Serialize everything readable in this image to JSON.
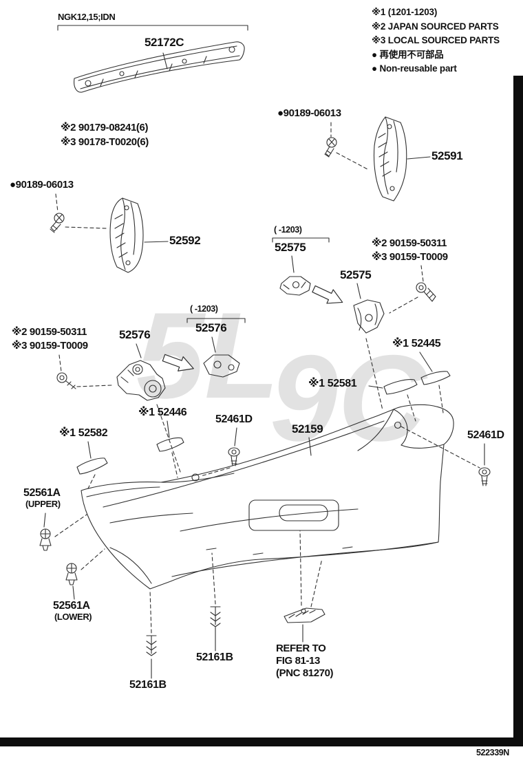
{
  "doc": {
    "number": "522339N",
    "variant": "NGK12,15;IDN",
    "figure_ref": {
      "line1": "REFER TO",
      "line2": "FIG 81-13",
      "line3": "(PNC 81270)"
    }
  },
  "legend": {
    "items": [
      "※1 (1201-1203)",
      "※2 JAPAN SOURCED PARTS",
      "※3 LOCAL SOURCED PARTS",
      "● 再使用不可部品",
      "● Non-reusable part"
    ]
  },
  "colors": {
    "ink": "#111111",
    "line": "#2f2f2f",
    "watermark": "#e2e2e2"
  },
  "parts": {
    "p52172C": "52172C",
    "p90179": "※2 90179-08241(6)",
    "p90178": "※3 90178-T0020(6)",
    "p90189_top": "●90189-06013",
    "p90189_left": "●90189-06013",
    "p52591": "52591",
    "p52592": "52592",
    "range_a": "( -1203)",
    "range_b": "( -1203)",
    "p52575_a": "52575",
    "p52575_b": "52575",
    "p90159_r1": "※2 90159-50311",
    "p90159_r2": "※3 90159-T0009",
    "p90159_l1": "※2 90159-50311",
    "p90159_l2": "※3 90159-T0009",
    "p52576_a": "52576",
    "p52576_b": "52576",
    "p52445": "※1 52445",
    "p52581": "※1 52581",
    "p52446": "※1 52446",
    "p52582": "※1 52582",
    "p52461D_a": "52461D",
    "p52461D_b": "52461D",
    "p52159": "52159",
    "p52561A_upper": "52561A",
    "p52561A_upper_sub": "(UPPER)",
    "p52561A_lower": "52561A",
    "p52561A_lower_sub": "(LOWER)",
    "p52161B_a": "52161B",
    "p52161B_b": "52161B"
  }
}
